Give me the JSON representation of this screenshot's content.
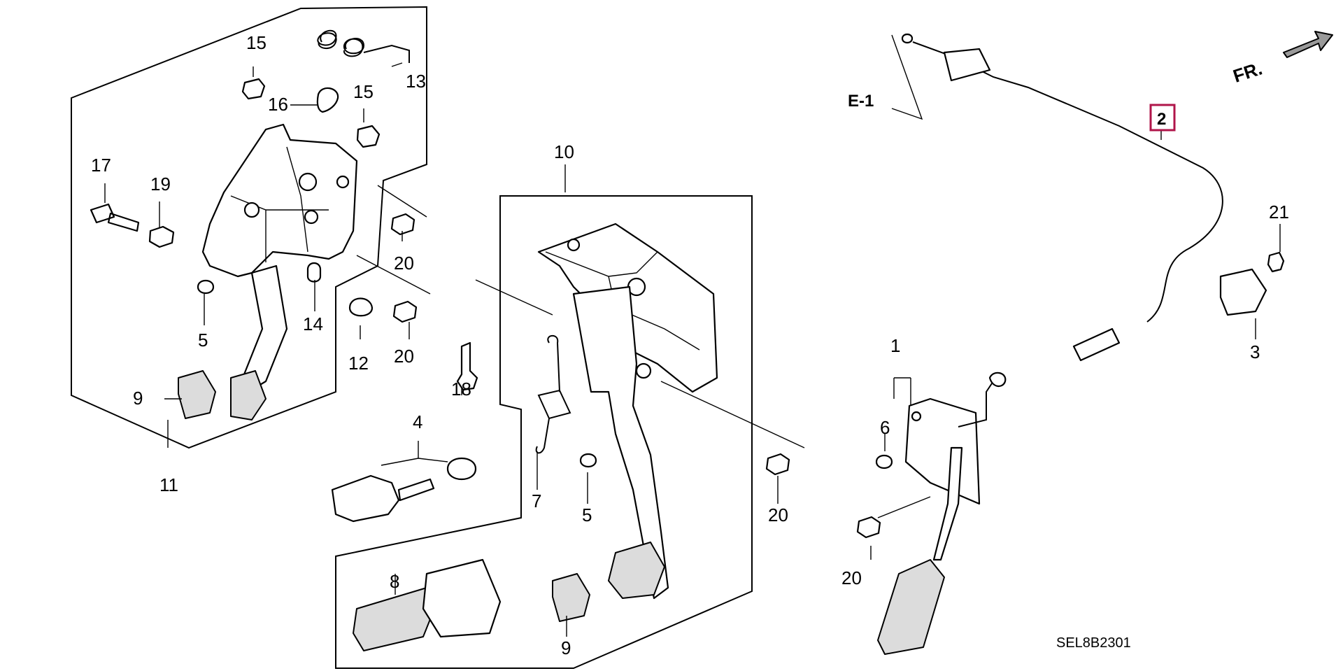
{
  "diagram_code": "SEL8B2301",
  "orientation_label": "FR.",
  "reference_label": "E-1",
  "callouts": [
    {
      "id": "c13",
      "text": "13"
    },
    {
      "id": "c15a",
      "text": "15"
    },
    {
      "id": "c15b",
      "text": "15"
    },
    {
      "id": "c16",
      "text": "16"
    },
    {
      "id": "c17",
      "text": "17"
    },
    {
      "id": "c19",
      "text": "19"
    },
    {
      "id": "c20a",
      "text": "20"
    },
    {
      "id": "c20b",
      "text": "20"
    },
    {
      "id": "c5a",
      "text": "5"
    },
    {
      "id": "c14",
      "text": "14"
    },
    {
      "id": "c12",
      "text": "12"
    },
    {
      "id": "c9a",
      "text": "9"
    },
    {
      "id": "c11",
      "text": "11"
    },
    {
      "id": "c10",
      "text": "10"
    },
    {
      "id": "c18",
      "text": "18"
    },
    {
      "id": "c4",
      "text": "4"
    },
    {
      "id": "c7",
      "text": "7"
    },
    {
      "id": "c5b",
      "text": "5"
    },
    {
      "id": "c20c",
      "text": "20"
    },
    {
      "id": "c8",
      "text": "8"
    },
    {
      "id": "c9b",
      "text": "9"
    },
    {
      "id": "c1",
      "text": "1"
    },
    {
      "id": "c6",
      "text": "6"
    },
    {
      "id": "c20d",
      "text": "20"
    },
    {
      "id": "c2",
      "text": "2"
    },
    {
      "id": "c21",
      "text": "21"
    },
    {
      "id": "c3",
      "text": "3"
    }
  ],
  "colors": {
    "line": "#000000",
    "highlight_box": "#b0154a",
    "background": "#ffffff"
  }
}
